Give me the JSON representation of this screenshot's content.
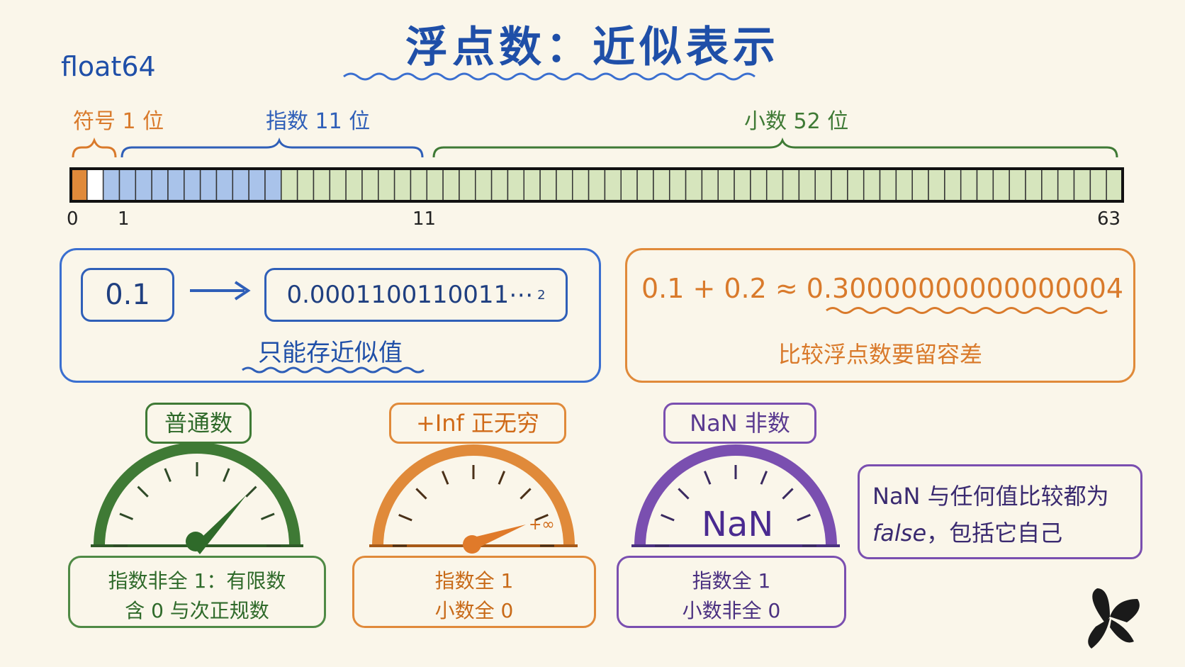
{
  "title": "浮点数：近似表示",
  "format_label": "float64",
  "bits": {
    "sign_label": "符号 1 位",
    "exponent_label": "指数 11 位",
    "fraction_label": "小数 52 位",
    "index_0": "0",
    "index_1": "1",
    "index_11": "11",
    "index_63": "63",
    "sign_count": 1,
    "exponent_count": 11,
    "fraction_count": 52
  },
  "approx_card": {
    "input": "0.1",
    "binary": "0.0001100110011⋯",
    "binary_sub": "2",
    "note": "只能存近似值"
  },
  "sum_card": {
    "expression": "0.1 + 0.2 ≈ 0.30000000000000004",
    "note": "比较浮点数要留容差"
  },
  "gauges": {
    "normal": {
      "label": "普通数",
      "line1": "指数非全 1：有限数",
      "line2": "含 0 与次正规数"
    },
    "inf": {
      "label": "+Inf 正无穷",
      "mark": "+∞",
      "line1": "指数全 1",
      "line2": "小数全 0"
    },
    "nan": {
      "label": "NaN 非数",
      "center": "NaN",
      "line1": "指数全 1",
      "line2": "小数非全 0"
    }
  },
  "nan_note": {
    "line1": "NaN 与任何值比较都为",
    "line2_italic": "false",
    "line2_rest": "，包括它自己"
  },
  "colors": {
    "blue": "#2f5fb8",
    "orange": "#e08a3a",
    "green": "#3f7a35",
    "purple": "#7a4fb0"
  },
  "icons": [
    "butterfly-icon",
    "arrow-right-icon"
  ]
}
